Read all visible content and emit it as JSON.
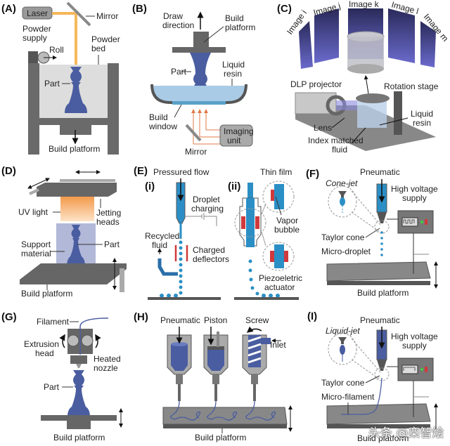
{
  "colors": {
    "part": "#4a5da0",
    "frame": "#666666",
    "laser": "#f5b85a",
    "resin": "#a9cbe6",
    "ink": "#2b8fc6",
    "deflector": "#d0393b",
    "uv": "#f39a4c"
  },
  "panels": {
    "A": {
      "tag": "(A)",
      "laser": "Laser",
      "mirror": "Mirror",
      "powder_supply_1": "Powder",
      "powder_supply_2": "supply",
      "roll": "Roll",
      "powder_bed_1": "Powder",
      "powder_bed_2": "bed",
      "part": "Part",
      "build_platform": "Build platform"
    },
    "B": {
      "tag": "(B)",
      "draw_1": "Draw",
      "draw_2": "direction",
      "build_platform_1": "Build",
      "build_platform_2": "platform",
      "part": "Part",
      "liquid_1": "Liquid",
      "liquid_2": "resin",
      "window_1": "Build",
      "window_2": "window",
      "imaging_1": "Imaging",
      "imaging_2": "unit",
      "mirror": "Mirror"
    },
    "C": {
      "tag": "(C)",
      "images": [
        "Image i",
        "Image j",
        "Image k",
        "Image l",
        "Image m"
      ],
      "dlp": "DLP projector",
      "rotation": "Rotation stage",
      "lens": "Lens",
      "liquid_1": "Liquid",
      "liquid_2": "resin",
      "index_1": "Index matched",
      "index_2": "fluid"
    },
    "D": {
      "tag": "(D)",
      "uv": "UV light",
      "jetting_1": "Jetting",
      "jetting_2": "heads",
      "support_1": "Support",
      "support_2": "material",
      "part": "Part",
      "build_platform": "Build  platform"
    },
    "E": {
      "tag": "(E)",
      "sub_i": "(i)",
      "sub_ii": "(ii)",
      "pressured": "Pressured flow",
      "charging_1": "Droplet",
      "charging_2": "charging",
      "recycled_1": "Recycled",
      "recycled_2": "fluid",
      "deflectors_1": "Charged",
      "deflectors_2": "deflectors",
      "thin_film": "Thin film",
      "vapor_1": "Vapor",
      "vapor_2": "bubble",
      "piezo_1": "Piezoeletric",
      "piezo_2": "actuator"
    },
    "F": {
      "tag": "(F)",
      "pneumatic": "Pneumatic",
      "cone_jet": "Cone-jet",
      "hv_1": "High voltage",
      "hv_2": "supply",
      "taylor": "Taylor cone",
      "micro": "Micro-droplet",
      "build_platform": "Build platform"
    },
    "G": {
      "tag": "(G)",
      "filament": "Filament",
      "extrusion_1": "Extrusion",
      "extrusion_2": "head",
      "heated_1": "Heated",
      "heated_2": "nozzle",
      "part": "Part",
      "build_platform": "Build platform"
    },
    "H": {
      "tag": "(H)",
      "pneumatic": "Pneumatic",
      "piston": "Piston",
      "screw": "Screw",
      "inlet": "Inlet",
      "build_platform": "Build platform"
    },
    "I": {
      "tag": "(I)",
      "pneumatic": "Pneumatic",
      "liquid_jet": "Liquid-jet",
      "hv_1": "High voltage",
      "hv_2": "supply",
      "taylor": "Taylor cone",
      "micro": "Micro-filament",
      "build_platform": "Build platform"
    }
  },
  "watermark": "头条 @栾智烩"
}
